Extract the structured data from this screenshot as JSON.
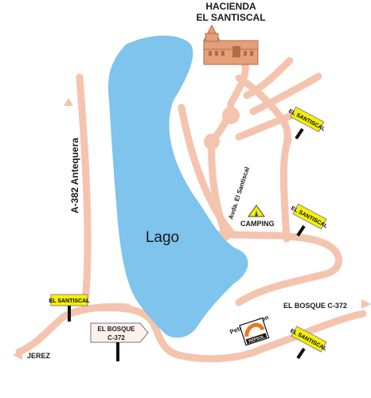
{
  "title_line1": "HACIENDA",
  "title_line2": "EL SANTISCAL",
  "lake_label": "Lago",
  "road_a382": "A-382 Antequera",
  "road_avda": "Avda. El Santiscal",
  "camping": "CAMPING",
  "el_bosque_road": "EL BOSQUE C-372",
  "el_bosque_sign_line1": "EL BOSQUE",
  "el_bosque_sign_line2": "C-372",
  "jerez": "JEREZ",
  "petrol_station": "Petrol Station",
  "petrol_brand": "REPSOL",
  "santiscal_sign": "EL SANTISCAL",
  "colors": {
    "road": "#f4c4ae",
    "lake": "#7ec4ec",
    "sign": "#f6f000",
    "building": "#e3a07a"
  }
}
